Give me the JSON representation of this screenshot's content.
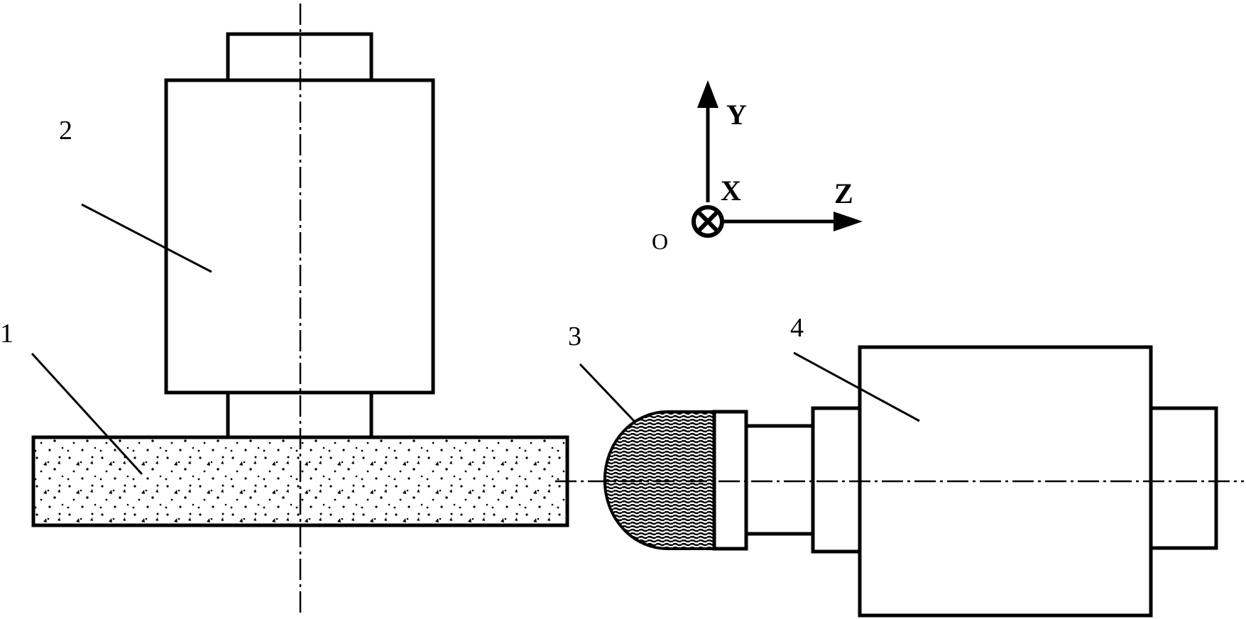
{
  "diagram": {
    "part_labels": [
      "1",
      "2",
      "3",
      "4"
    ],
    "axes": {
      "y": "Y",
      "x": "X",
      "z": "Z",
      "origin": "O"
    }
  }
}
